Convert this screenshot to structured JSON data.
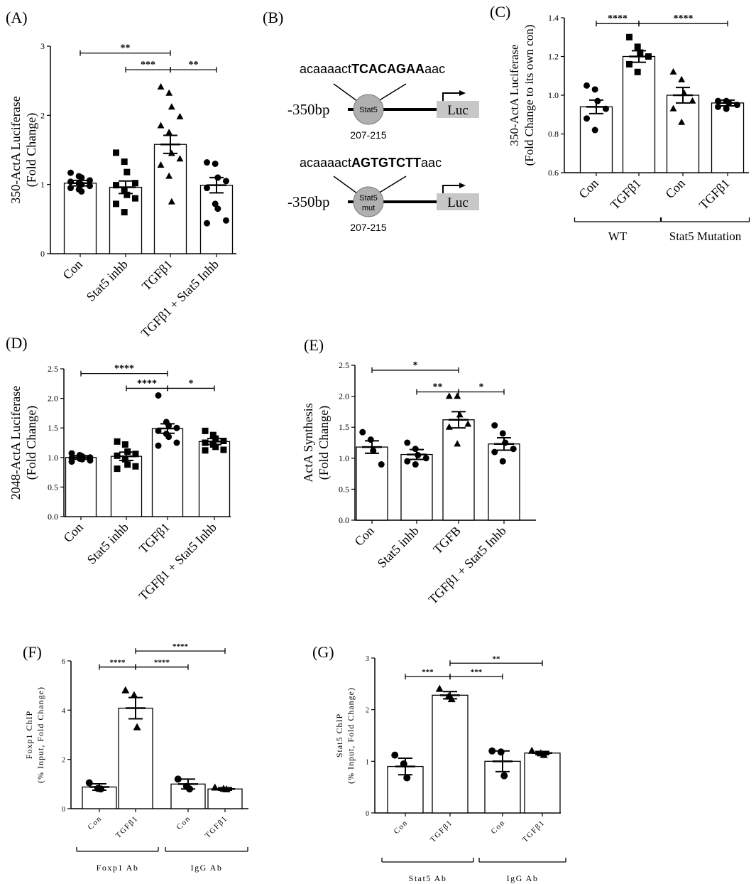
{
  "panel_labels": [
    "(A)",
    "(B)",
    "(C)",
    "(D)",
    "(E)",
    "(F)",
    "(G)"
  ],
  "construct": {
    "wt_sequence_prefix": "acaaaact",
    "wt_sequence_core": "TCACAGAA",
    "wt_sequence_suffix": "aac",
    "mut_sequence_prefix": "acaaaact",
    "mut_sequence_core": "AGTGTCTT",
    "mut_sequence_suffix": "aac",
    "promoter_label": "-350bp",
    "site_wt": "Stat5",
    "site_mut_line1": "Stat5",
    "site_mut_line2": "mut",
    "site_position": "207-215",
    "reporter": "Luc"
  },
  "chart_data": [
    {
      "id": "A",
      "type": "bar",
      "ylabel": [
        "350-ActA Luciferase",
        "(Fold  Change)"
      ],
      "ylim": [
        0,
        3
      ],
      "yticks": [
        0,
        1,
        2,
        3
      ],
      "ytick_labels": [
        "0",
        "1",
        "2",
        "3"
      ],
      "categories": [
        "Con",
        "Stat5 inhb",
        "TGFβ1",
        "TGFβ1 + Stat5  Inhb"
      ],
      "values": [
        1.02,
        0.96,
        1.58,
        0.99
      ],
      "sem": [
        0.04,
        0.09,
        0.13,
        0.11
      ],
      "markers": [
        "circle",
        "square",
        "triangle",
        "circle"
      ],
      "points": [
        [
          1.17,
          1.12,
          1.1,
          1.06,
          1.04,
          1.02,
          1.0,
          0.98,
          0.95,
          0.93,
          0.9
        ],
        [
          1.46,
          1.33,
          1.18,
          1.02,
          0.99,
          0.92,
          0.85,
          0.8,
          0.72,
          0.6
        ],
        [
          2.41,
          2.32,
          2.12,
          1.98,
          1.85,
          1.75,
          1.45,
          1.37,
          1.28,
          1.12,
          0.75
        ],
        [
          1.32,
          1.3,
          1.1,
          1.05,
          0.95,
          0.72,
          0.65,
          0.48,
          0.44
        ]
      ],
      "significance": [
        {
          "from": 0,
          "to": 2,
          "y": 2.9,
          "label": "**"
        },
        {
          "from": 1,
          "to": 2,
          "y": 2.66,
          "label": "***"
        },
        {
          "from": 2,
          "to": 3,
          "y": 2.66,
          "label": "**"
        }
      ]
    },
    {
      "id": "C",
      "type": "bar",
      "ylabel": [
        "350-ActA Luciferase",
        "(Fold Change to its own con)"
      ],
      "ylim": [
        0.6,
        1.4
      ],
      "yticks": [
        0.6,
        0.8,
        1.0,
        1.2,
        1.4
      ],
      "ytick_labels": [
        "0.6",
        "0.8",
        "1.0",
        "1.2",
        "1.4"
      ],
      "categories": [
        "Con",
        "TGFβ1",
        "Con",
        "TGFβ1"
      ],
      "values": [
        0.94,
        1.2,
        1.0,
        0.96
      ],
      "sem": [
        0.035,
        0.03,
        0.04,
        0.015
      ],
      "markers": [
        "circle",
        "square",
        "triangle",
        "circle"
      ],
      "points": [
        [
          1.05,
          1.03,
          0.97,
          0.93,
          0.88,
          0.82
        ],
        [
          1.3,
          1.25,
          1.22,
          1.2,
          1.16,
          1.12
        ],
        [
          1.12,
          1.08,
          1.01,
          0.97,
          0.93,
          0.86
        ],
        [
          0.97,
          0.97,
          0.96,
          0.95,
          0.94,
          0.93
        ]
      ],
      "groups": [
        {
          "label": "WT",
          "from": 0,
          "to": 1
        },
        {
          "label": "Stat5 Mutation",
          "from": 2,
          "to": 3
        }
      ],
      "significance": [
        {
          "from": 0,
          "to": 1,
          "y": 1.37,
          "label": "****"
        },
        {
          "from": 1,
          "to": 3,
          "y": 1.37,
          "label": "****"
        }
      ]
    },
    {
      "id": "D",
      "type": "bar",
      "ylabel": [
        "2048-ActA Luciferase",
        "(Fold  Change)"
      ],
      "ylim": [
        0,
        2.5
      ],
      "yticks": [
        0,
        0.5,
        1.0,
        1.5,
        2.0,
        2.5
      ],
      "ytick_labels": [
        "0.0",
        "0.5",
        "1.0",
        "1.5",
        "2.0",
        "2.5"
      ],
      "categories": [
        "Con",
        "Stat5 inhb",
        "TGFβ1",
        "TGFβ1 + Stat5  Inhb"
      ],
      "values": [
        1.0,
        1.02,
        1.49,
        1.27
      ],
      "sem": [
        0.03,
        0.07,
        0.08,
        0.05
      ],
      "markers": [
        "circle",
        "square",
        "circle",
        "square"
      ],
      "points": [
        [
          1.07,
          1.04,
          1.02,
          1.0,
          0.99,
          0.98,
          0.97,
          0.95,
          0.93
        ],
        [
          1.27,
          1.22,
          1.1,
          1.06,
          1.03,
          0.97,
          0.88,
          0.85,
          0.81
        ],
        [
          2.05,
          1.6,
          1.54,
          1.5,
          1.45,
          1.4,
          1.35,
          1.25,
          1.2
        ],
        [
          1.45,
          1.38,
          1.32,
          1.28,
          1.25,
          1.22,
          1.18,
          1.13,
          1.12
        ]
      ],
      "significance": [
        {
          "from": 0,
          "to": 2,
          "y": 2.42,
          "label": "****"
        },
        {
          "from": 1,
          "to": 2,
          "y": 2.17,
          "label": "****"
        },
        {
          "from": 2,
          "to": 3,
          "y": 2.17,
          "label": "*"
        }
      ]
    },
    {
      "id": "E",
      "type": "bar",
      "ylabel": [
        "ActA  Synthesis",
        "(Fold  Change)"
      ],
      "ylim": [
        0,
        2.5
      ],
      "yticks": [
        0,
        0.5,
        1.0,
        1.5,
        2.0,
        2.5
      ],
      "ytick_labels": [
        "0.0",
        "0.5",
        "1.0",
        "1.5",
        "2.0",
        "2.5"
      ],
      "categories": [
        "Con",
        "Stat5 inhb",
        "TGFB",
        "TGFβ1 + Stat5  Inhb"
      ],
      "values": [
        1.18,
        1.06,
        1.62,
        1.23
      ],
      "sem": [
        0.1,
        0.08,
        0.13,
        0.1
      ],
      "markers": [
        "circle",
        "circle",
        "triangle",
        "circle"
      ],
      "points": [
        [
          1.42,
          1.3,
          1.12,
          0.9
        ],
        [
          1.25,
          1.15,
          1.05,
          1.0,
          0.95,
          0.9
        ],
        [
          2.0,
          2.0,
          1.7,
          1.55,
          1.5,
          1.23
        ],
        [
          1.53,
          1.4,
          1.25,
          1.15,
          1.1,
          0.95
        ]
      ],
      "significance": [
        {
          "from": 0,
          "to": 2,
          "y": 2.42,
          "label": "*"
        },
        {
          "from": 1,
          "to": 2,
          "y": 2.07,
          "label": "**"
        },
        {
          "from": 2,
          "to": 3,
          "y": 2.07,
          "label": "*"
        }
      ]
    },
    {
      "id": "F",
      "type": "bar",
      "ylabel": [
        "Foxp1 ChIP",
        "(% Input, Fold Change)"
      ],
      "ylim": [
        0,
        6
      ],
      "yticks": [
        0,
        2,
        4,
        6
      ],
      "ytick_labels": [
        "0",
        "2",
        "4",
        "6"
      ],
      "categories": [
        "Con",
        "TGFβ1",
        "Con",
        "TGFβ1"
      ],
      "values": [
        0.88,
        4.08,
        1.0,
        0.8
      ],
      "sem": [
        0.13,
        0.43,
        0.2,
        0.05
      ],
      "markers": [
        "circle",
        "triangle",
        "circle",
        "triangle"
      ],
      "points": [
        [
          1.05,
          0.82,
          0.8
        ],
        [
          4.8,
          4.6,
          3.3
        ],
        [
          1.2,
          0.9,
          0.8
        ],
        [
          0.85,
          0.8,
          0.78
        ]
      ],
      "groups": [
        {
          "label": "Foxp1 Ab",
          "from": 0,
          "to": 1
        },
        {
          "label": "IgG Ab",
          "from": 2,
          "to": 3
        }
      ],
      "significance": [
        {
          "from": 0,
          "to": 1,
          "y": 5.75,
          "label": "****"
        },
        {
          "from": 1,
          "to": 2,
          "y": 5.75,
          "label": "****"
        },
        {
          "from": 1,
          "to": 3,
          "y": 6.4,
          "label": "****"
        }
      ]
    },
    {
      "id": "G",
      "type": "bar",
      "ylabel": [
        "Stat5 ChIP",
        "(% Input, Fold Change)"
      ],
      "ylim": [
        0,
        3
      ],
      "yticks": [
        0,
        1,
        2,
        3
      ],
      "ytick_labels": [
        "0",
        "1",
        "2",
        "3"
      ],
      "categories": [
        "Con",
        "TGFβ1",
        "Con",
        "TGFβ1"
      ],
      "values": [
        0.9,
        2.28,
        1.0,
        1.16
      ],
      "sem": [
        0.16,
        0.07,
        0.2,
        0.03
      ],
      "markers": [
        "circle",
        "triangle",
        "circle",
        "triangle"
      ],
      "points": [
        [
          1.12,
          0.95,
          0.68
        ],
        [
          2.4,
          2.25,
          2.2
        ],
        [
          1.2,
          1.18,
          0.72
        ],
        [
          1.2,
          1.15,
          1.12
        ]
      ],
      "groups": [
        {
          "label": "Stat5 Ab",
          "from": 0,
          "to": 1
        },
        {
          "label": "IgG Ab",
          "from": 2,
          "to": 3
        }
      ],
      "significance": [
        {
          "from": 0,
          "to": 1,
          "y": 2.64,
          "label": "***"
        },
        {
          "from": 1,
          "to": 2,
          "y": 2.64,
          "label": "***"
        },
        {
          "from": 1,
          "to": 3,
          "y": 2.9,
          "label": "**"
        }
      ]
    }
  ]
}
